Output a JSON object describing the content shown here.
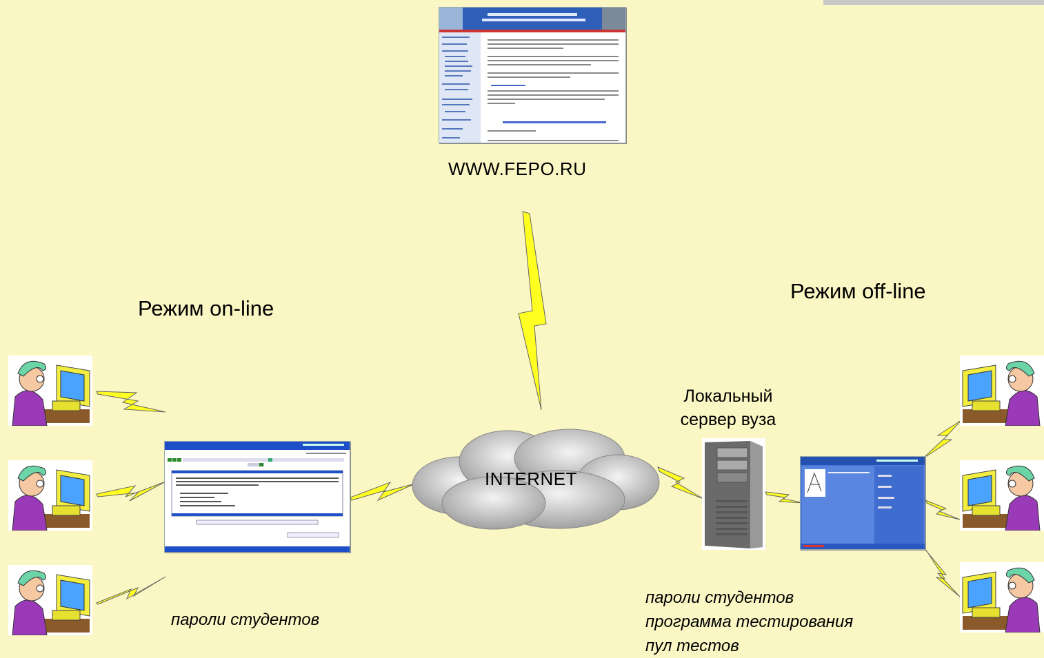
{
  "site": {
    "url": "WWW.FEPO.RU"
  },
  "modes": {
    "online": "Режим on-line",
    "offline": "Режим off-line"
  },
  "cloud": {
    "label": "INTERNET"
  },
  "server": {
    "line1": "Локальный",
    "line2": "сервер вуза"
  },
  "online_note": "пароли студентов",
  "offline_notes": [
    "пароли студентов",
    "программа тестирования",
    "пул тестов"
  ],
  "colors": {
    "background": "#fbf7c4",
    "lightning": "#ffff22",
    "screen_blue": "#1d4fc8",
    "offline_blue": "#4a78d8"
  },
  "icons": {
    "student": "student-at-computer-icon",
    "lightning": "lightning-bolt-icon",
    "cloud": "cloud-icon",
    "server": "server-tower-icon"
  }
}
